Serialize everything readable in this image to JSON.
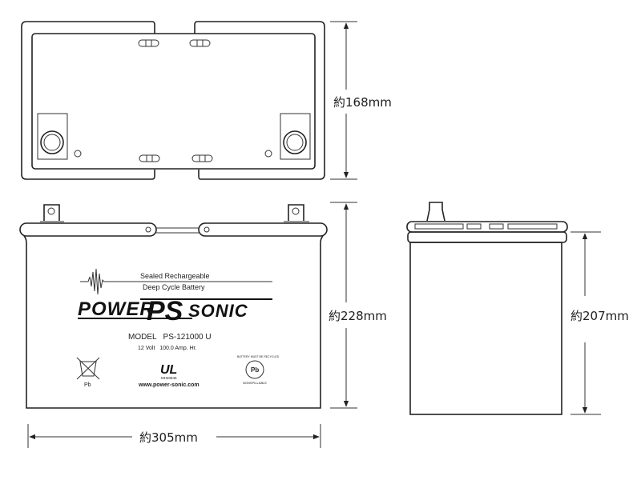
{
  "dimensions": {
    "depth": "約168mm",
    "height_total": "約228mm",
    "width": "約305mm",
    "height_body": "約207mm"
  },
  "label": {
    "line1": "Sealed Rechargeable",
    "line2": "Deep Cycle Battery",
    "brand_left": "POWER",
    "brand_mid": "PS",
    "brand_right": "SONIC",
    "model": "MODEL   PS-121000 U",
    "rating": "12 Volt   100.0 Amp. Hr.",
    "pb": "Pb",
    "ul_code": "MH20845",
    "recycle_top": "BATTERY MUST BE RECYCLED",
    "recycle_pb": "Pb",
    "recycle_bottom": "NONSPILLABLE",
    "url": "www.power-sonic.com"
  }
}
